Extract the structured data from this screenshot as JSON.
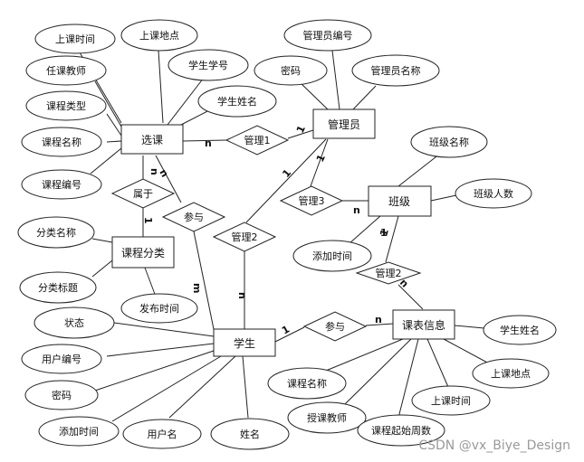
{
  "entities": {
    "course_selection": "选课",
    "admin": "管理员",
    "class": "班级",
    "course_category": "课程分类",
    "student": "学生",
    "schedule_info": "课表信息"
  },
  "relationships": {
    "manage1": "管理1",
    "manage2_left": "管理2",
    "manage3": "管理3",
    "manage2_right": "管理2",
    "belongs_to": "属于",
    "participate_top": "参与",
    "participate_bottom": "参与"
  },
  "attributes": {
    "sel_class_time": "上课时间",
    "sel_location": "上课地点",
    "sel_teacher": "任课教师",
    "sel_student_no": "学生学号",
    "sel_course_type": "课程类型",
    "sel_student_name": "学生姓名",
    "sel_course_name": "课程名称",
    "sel_course_no": "课程编号",
    "admin_no": "管理员编号",
    "admin_pwd": "密码",
    "admin_name": "管理员名称",
    "class_name": "班级名称",
    "class_size": "班级人数",
    "class_add_time": "添加时间",
    "cat_name": "分类名称",
    "cat_title": "分类标题",
    "cat_publish_time": "发布时间",
    "stu_status": "状态",
    "stu_user_no": "用户编号",
    "stu_pwd": "密码",
    "stu_add_time": "添加时间",
    "stu_username": "用户名",
    "stu_name": "姓名",
    "sch_student_name": "学生姓名",
    "sch_location": "上课地点",
    "sch_course_name": "课程名称",
    "sch_class_time": "上课时间",
    "sch_teacher": "授课教师",
    "sch_start_week": "课程起始周数"
  },
  "cardinalities": {
    "c1": "n",
    "c2": "1",
    "c3": "n",
    "c4": "1",
    "c5": "1",
    "c6": "n",
    "c7": "n",
    "c8": "1",
    "c9": "1",
    "c10": "n",
    "c11": "m",
    "c12": "1",
    "c13": "n",
    "c14": "1",
    "c15": "n"
  },
  "watermark": "CSDN @vx_Biye_Design"
}
